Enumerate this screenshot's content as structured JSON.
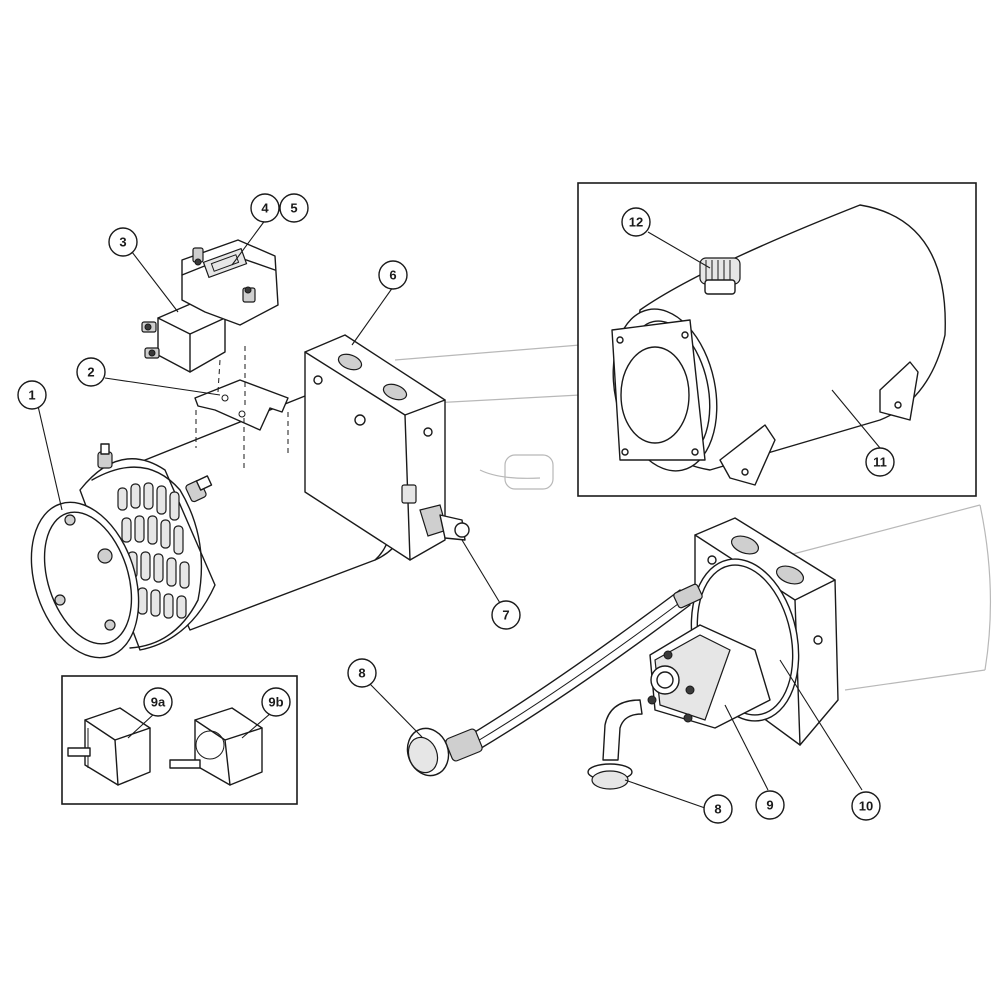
{
  "callouts": {
    "c1": "1",
    "c2": "2",
    "c3": "3",
    "c4": "4",
    "c5": "5",
    "c6": "6",
    "c7": "7",
    "c8a": "8",
    "c8b": "8",
    "c9": "9",
    "c9a": "9a",
    "c9b": "9b",
    "c10": "10",
    "c11": "11",
    "c12": "12"
  }
}
